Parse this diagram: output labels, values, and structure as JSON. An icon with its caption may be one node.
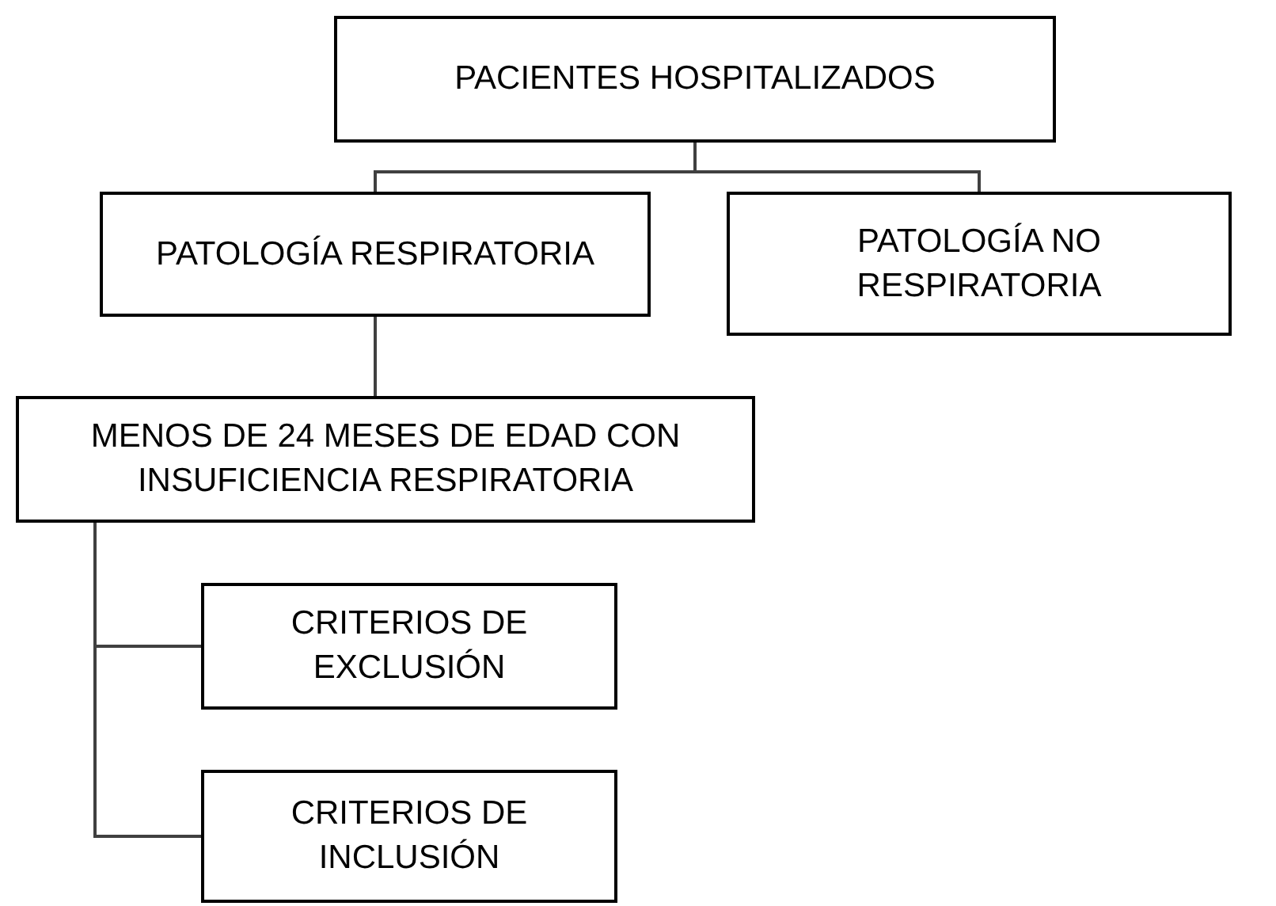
{
  "diagram": {
    "nodes": [
      {
        "text": [
          "PACIENTES HOSPITALIZADOS"
        ]
      },
      {
        "text": [
          "PATOLOGÍA RESPIRATORIA"
        ]
      },
      {
        "text": [
          "PATOLOGÍA NO RESPIRATORIA"
        ]
      },
      {
        "text": [
          "MENOS DE 24 MESES DE EDAD CON INSUFICIENCIA RESPIRATORIA"
        ]
      },
      {
        "text": [
          "CRITERIOS DE EXCLUSIÓN"
        ]
      },
      {
        "text": [
          "CRITERIOS DE INCLUSIÓN"
        ]
      }
    ],
    "edges": [
      {
        "from": 0,
        "to": 1,
        "arrow": "none"
      },
      {
        "from": 0,
        "to": 2,
        "arrow": "none"
      },
      {
        "from": 1,
        "to": 3,
        "arrow": "none"
      },
      {
        "from": 3,
        "to": 4,
        "arrow": "none"
      },
      {
        "from": 3,
        "to": 5,
        "arrow": "none"
      }
    ]
  }
}
